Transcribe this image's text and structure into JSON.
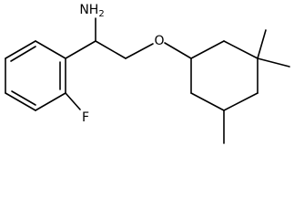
{
  "molecule": {
    "atoms": {
      "amine": "NH",
      "amine_subscript": "2",
      "oxygen": "O",
      "fluorine": "F"
    },
    "bond_color": "#000000",
    "background": "#ffffff"
  }
}
